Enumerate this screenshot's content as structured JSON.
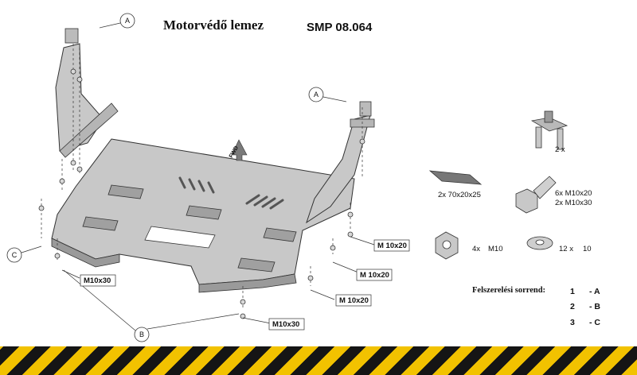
{
  "title": "Motorvédő lemez",
  "code": "SMP 08.064",
  "callout_letters": [
    "A",
    "A",
    "C",
    "B"
  ],
  "parts": {
    "clamp_qty": "2 x",
    "plate_qty": "2x 70x20x25",
    "bolt_qty_1": "6x M10x20",
    "bolt_qty_2": "2x M10x30",
    "nut_qty": "4x",
    "nut_size": "M10",
    "washer_qty": "12 x",
    "washer_size": "10"
  },
  "bolt_labels": {
    "right_1": "M 10x20",
    "right_2": "M 10x20",
    "right_3": "M 10x20",
    "left": "M10x30",
    "bottom": "M10x30"
  },
  "fwd_label": "FWD",
  "sequence": {
    "heading": "Felszerelési sorrend:",
    "steps": [
      {
        "num": "1",
        "letter": "- A"
      },
      {
        "num": "2",
        "letter": "- B"
      },
      {
        "num": "3",
        "letter": "- C"
      }
    ]
  },
  "colors": {
    "hazard_yellow": "#f2c200",
    "hazard_black": "#151515",
    "metal": "#c9c9c9",
    "metal_dark": "#8e8e8e"
  }
}
